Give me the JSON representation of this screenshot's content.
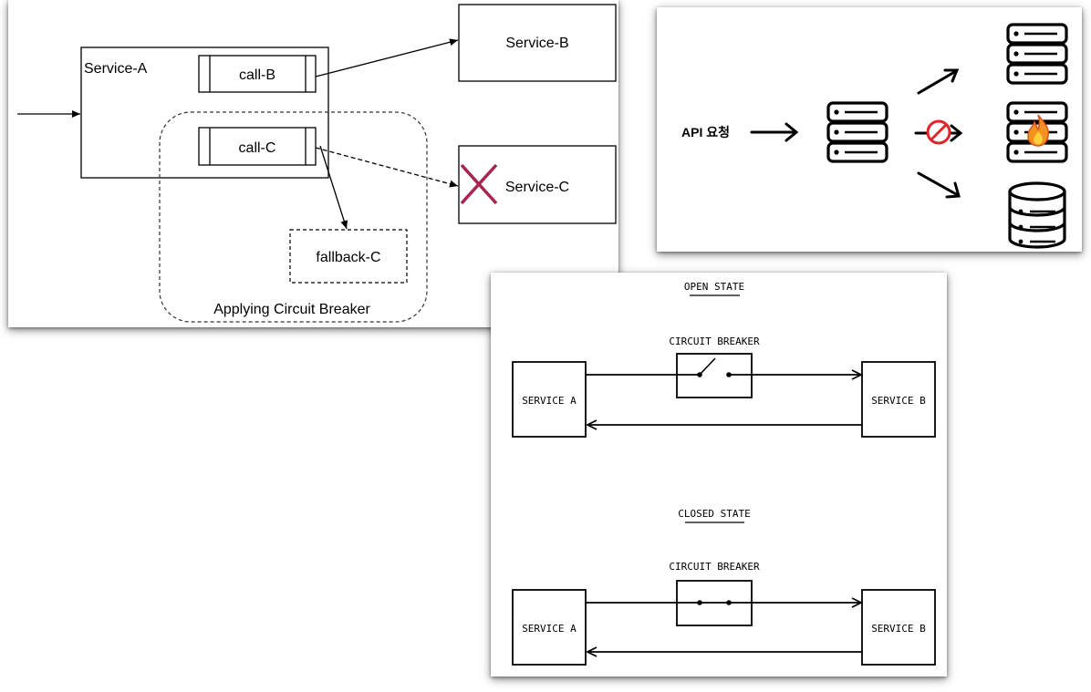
{
  "diagram_a": {
    "service_a": "Service-A",
    "call_b": "call-B",
    "call_c": "call-C",
    "service_b": "Service-B",
    "service_c": "Service-C",
    "fallback_c": "fallback-C",
    "breaker_label": "Applying Circuit Breaker"
  },
  "diagram_b": {
    "request_label": "API 요청"
  },
  "diagram_c": {
    "open_title": "OPEN STATE",
    "closed_title": "CLOSED STATE",
    "breaker_label_open": "CIRCUIT BREAKER",
    "breaker_label_closed": "CIRCUIT BREAKER",
    "service_a_open": "SERVICE A",
    "service_b_open": "SERVICE B",
    "service_a_closed": "SERVICE A",
    "service_b_closed": "SERVICE B"
  },
  "colors": {
    "failure_x": "#a8254f",
    "no_entry": "#e0242a",
    "fire": "#f4931f"
  }
}
